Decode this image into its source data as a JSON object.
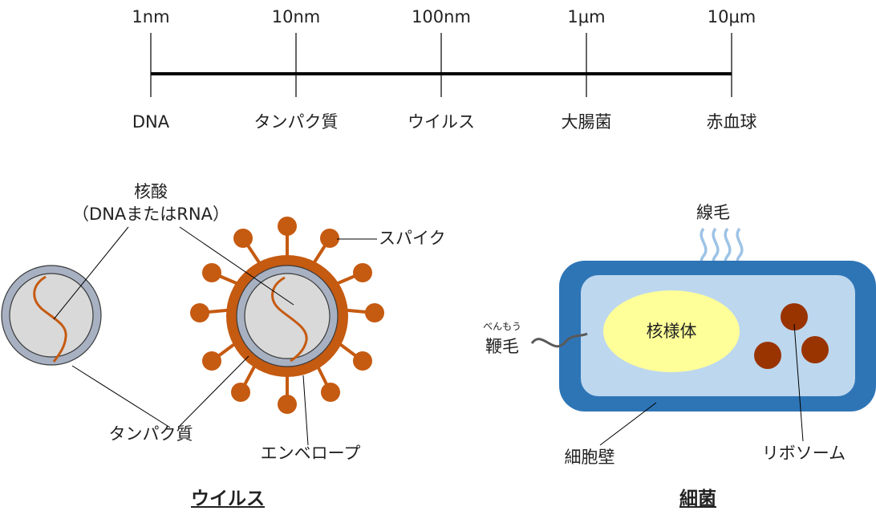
{
  "scale": {
    "ticks": [
      "1nm",
      "10nm",
      "100nm",
      "1μm",
      "10μm"
    ],
    "examples": [
      "DNA",
      "タンパク質",
      "ウイルス",
      "大腸菌",
      "赤血球"
    ]
  },
  "virus": {
    "nucleic_acid_label": "核酸",
    "nucleic_acid_sub": "（DNAまたはRNA）",
    "spike_label": "スパイク",
    "protein_label": "タンパク質",
    "envelope_label": "エンベロープ",
    "title": "ウイルス"
  },
  "bacteria": {
    "pili_label": "線毛",
    "flagellum_ruby": "べんもう",
    "flagellum_label": "鞭毛",
    "nucleoid_label": "核様体",
    "cell_wall_label": "細胞壁",
    "ribosome_label": "リボソーム",
    "title": "細菌"
  },
  "colors": {
    "line": "#000000",
    "capsid_gray": "#a7b1c2",
    "core_gray": "#d9d9d9",
    "nucleic_orange": "#c55a11",
    "envelope_orange": "#c55a11",
    "cell_wall_blue": "#2e75b6",
    "cytoplasm_blue": "#bdd7ee",
    "nucleoid_yellow": "#ffff99",
    "ribosome_brown": "#993300",
    "pili_blue": "#9dc3e6",
    "flagellum_gray": "#595959"
  }
}
